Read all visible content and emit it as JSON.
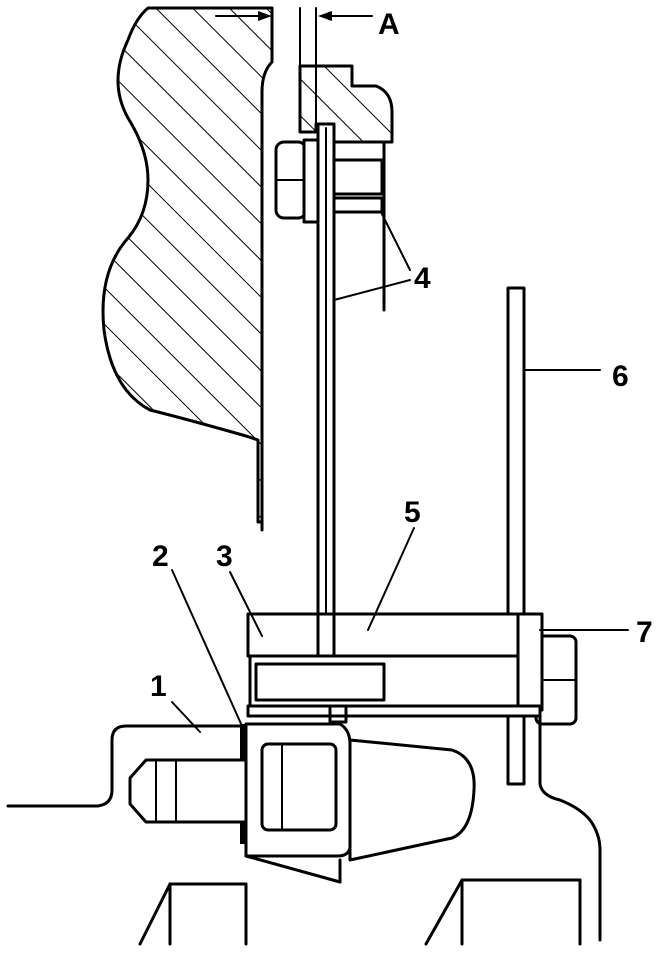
{
  "diagram": {
    "dimension_label": "A",
    "callouts": [
      {
        "id": "1",
        "text": "1"
      },
      {
        "id": "2",
        "text": "2"
      },
      {
        "id": "3",
        "text": "3"
      },
      {
        "id": "4",
        "text": "4"
      },
      {
        "id": "5",
        "text": "5"
      },
      {
        "id": "6",
        "text": "6"
      },
      {
        "id": "7",
        "text": "7"
      }
    ]
  }
}
